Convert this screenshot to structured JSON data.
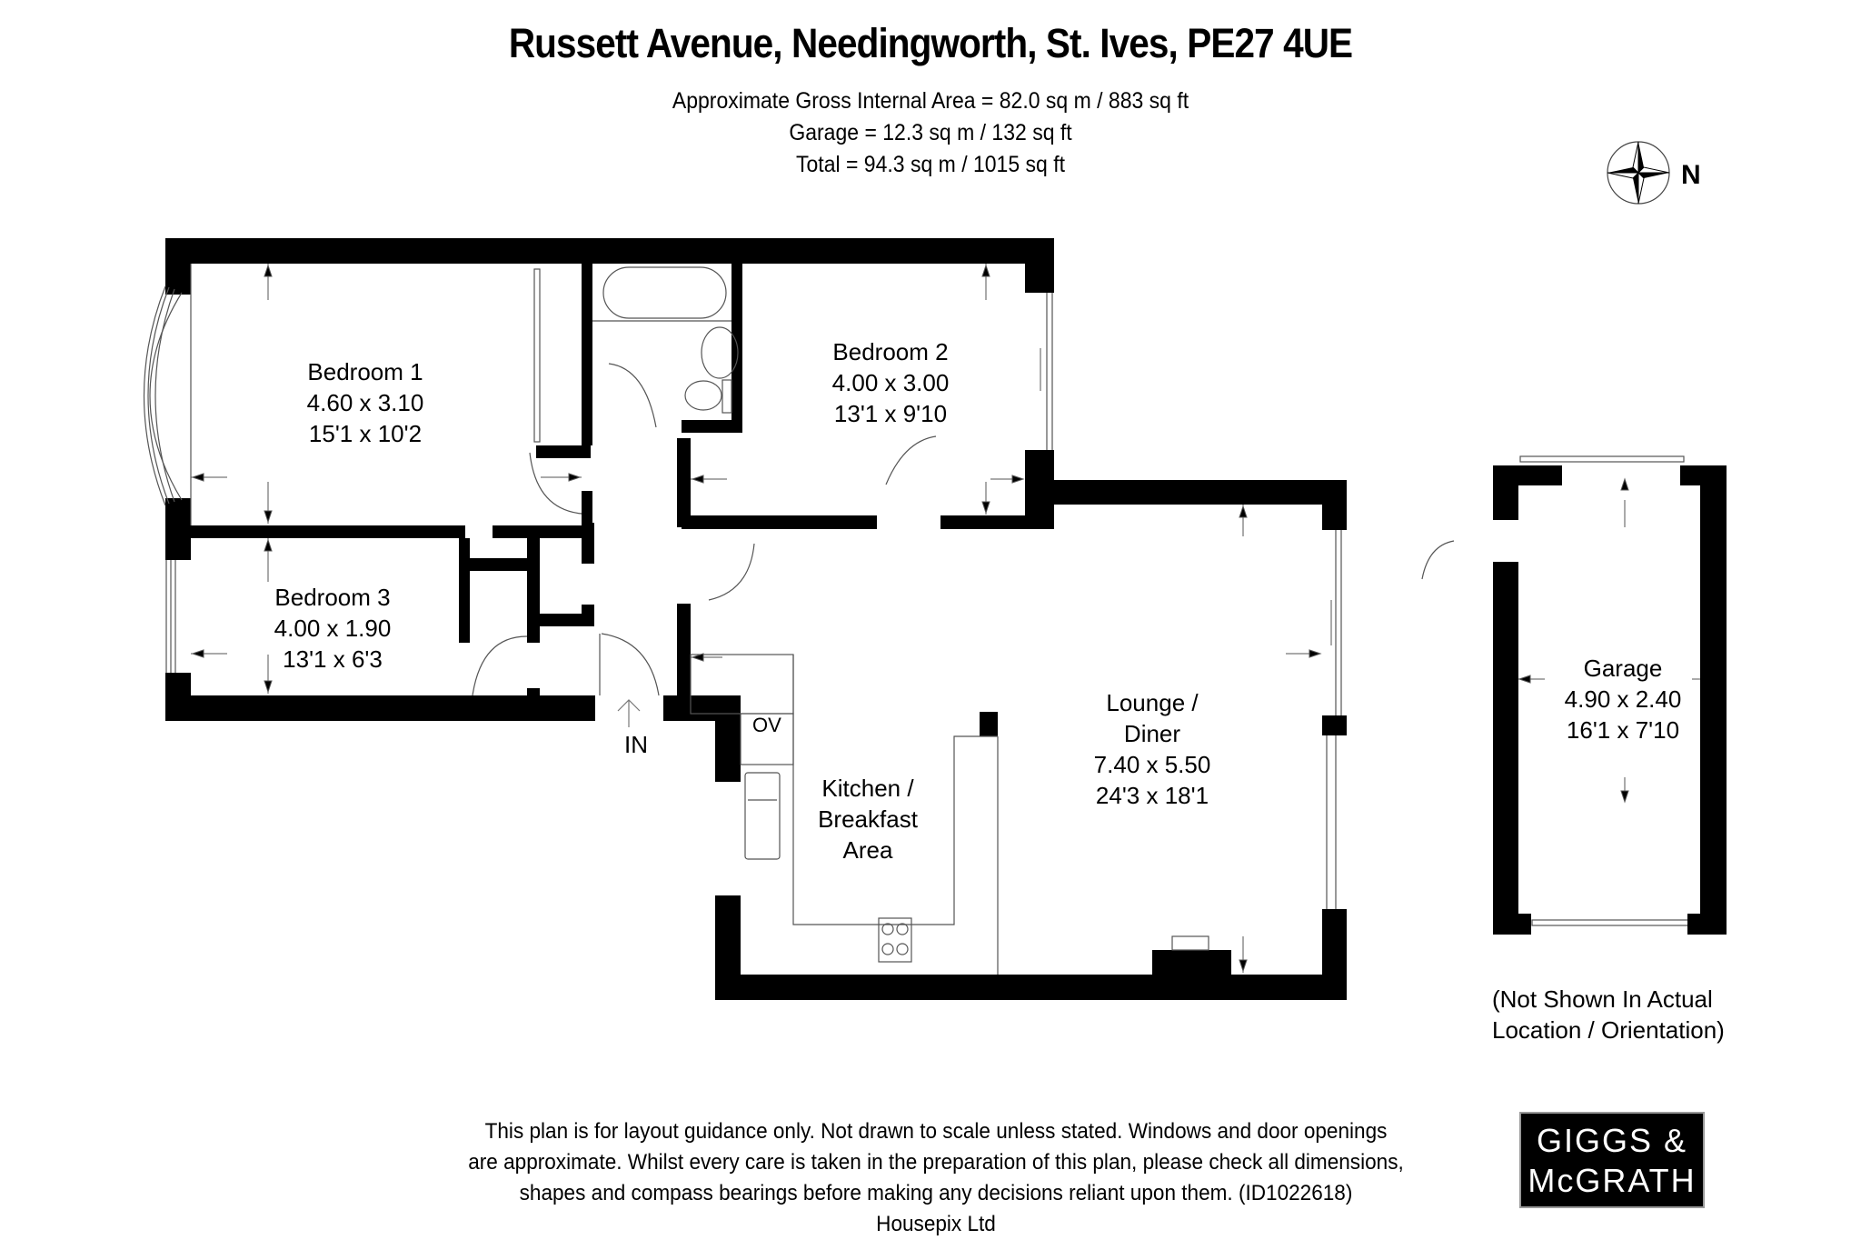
{
  "header": {
    "title": "Russett Avenue, Needingworth, St. Ives, PE27 4UE",
    "areas": [
      "Approximate Gross Internal Area = 82.0 sq m / 883 sq ft",
      "Garage = 12.3 sq m / 132 sq ft",
      "Total = 94.3 sq m / 1015 sq ft"
    ]
  },
  "compass": {
    "icon": "compass-rose-icon",
    "label": "N"
  },
  "rooms": [
    {
      "name": "Bedroom 1",
      "metric": "4.60 x 3.10",
      "imperial": "15'1 x 10'2"
    },
    {
      "name": "Bedroom 2",
      "metric": "4.00 x 3.00",
      "imperial": "13'1 x 9'10"
    },
    {
      "name": "Bedroom 3",
      "metric": "4.00 x 1.90",
      "imperial": "13'1 x 6'3"
    },
    {
      "name_lines": [
        "Kitchen /",
        "Breakfast",
        "Area"
      ]
    },
    {
      "name_lines": [
        "Lounge /",
        "Diner"
      ],
      "metric": "7.40 x 5.50",
      "imperial": "24'3 x 18'1"
    },
    {
      "name": "Garage",
      "metric": "4.90 x 2.40",
      "imperial": "16'1 x 7'10"
    }
  ],
  "markers": {
    "entrance": "IN",
    "oven": "OV"
  },
  "garage_note": [
    "(Not Shown In Actual",
    "Location / Orientation)"
  ],
  "footer": {
    "disclaimer": [
      "This plan is for layout guidance only. Not drawn to scale unless stated. Windows and door openings",
      "are approximate. Whilst every care is taken in the preparation of this plan, please check all dimensions,",
      "shapes and compass bearings before making any decisions reliant upon them. (ID1022618)",
      "Housepix Ltd"
    ],
    "logo": [
      "GIGGS &",
      "McGRATH"
    ]
  },
  "colors": {
    "wall": "#000000",
    "background": "#ffffff",
    "fixture_line": "#555555"
  }
}
